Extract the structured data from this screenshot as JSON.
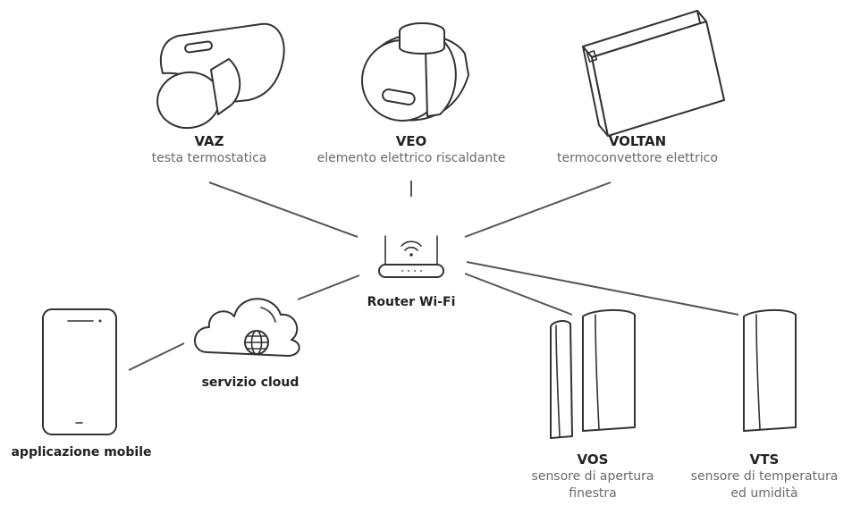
{
  "devices": {
    "vaz": {
      "name": "VAZ",
      "desc": "testa termostatica"
    },
    "veo": {
      "name": "VEO",
      "desc": "elemento elettrico riscaldante"
    },
    "voltan": {
      "name": "VOLTAN",
      "desc": "termoconvettore elettrico"
    },
    "vos": {
      "name": "VOS",
      "desc_line1": "sensore di apertura",
      "desc_line2": "finestra"
    },
    "vts": {
      "name": "VTS",
      "desc_line1": "sensore di temperatura",
      "desc_line2": "ed umidità"
    }
  },
  "router": {
    "label": "Router Wi-Fi"
  },
  "cloud": {
    "label": "servizio cloud"
  },
  "phone": {
    "label": "applicazione mobile"
  },
  "colors": {
    "stroke": "#333333",
    "connector": "#555555",
    "muted_text": "#6a6a6a"
  }
}
